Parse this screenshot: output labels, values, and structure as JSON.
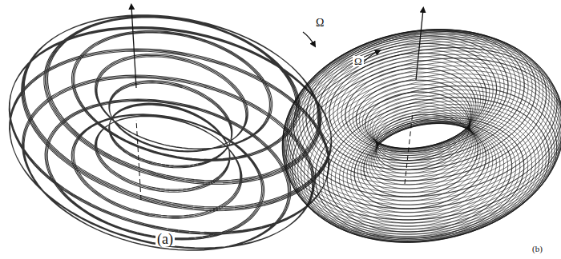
{
  "diagram": {
    "labels": [
      "Ω",
      "(a)",
      "Ω",
      "(b)"
    ]
  }
}
